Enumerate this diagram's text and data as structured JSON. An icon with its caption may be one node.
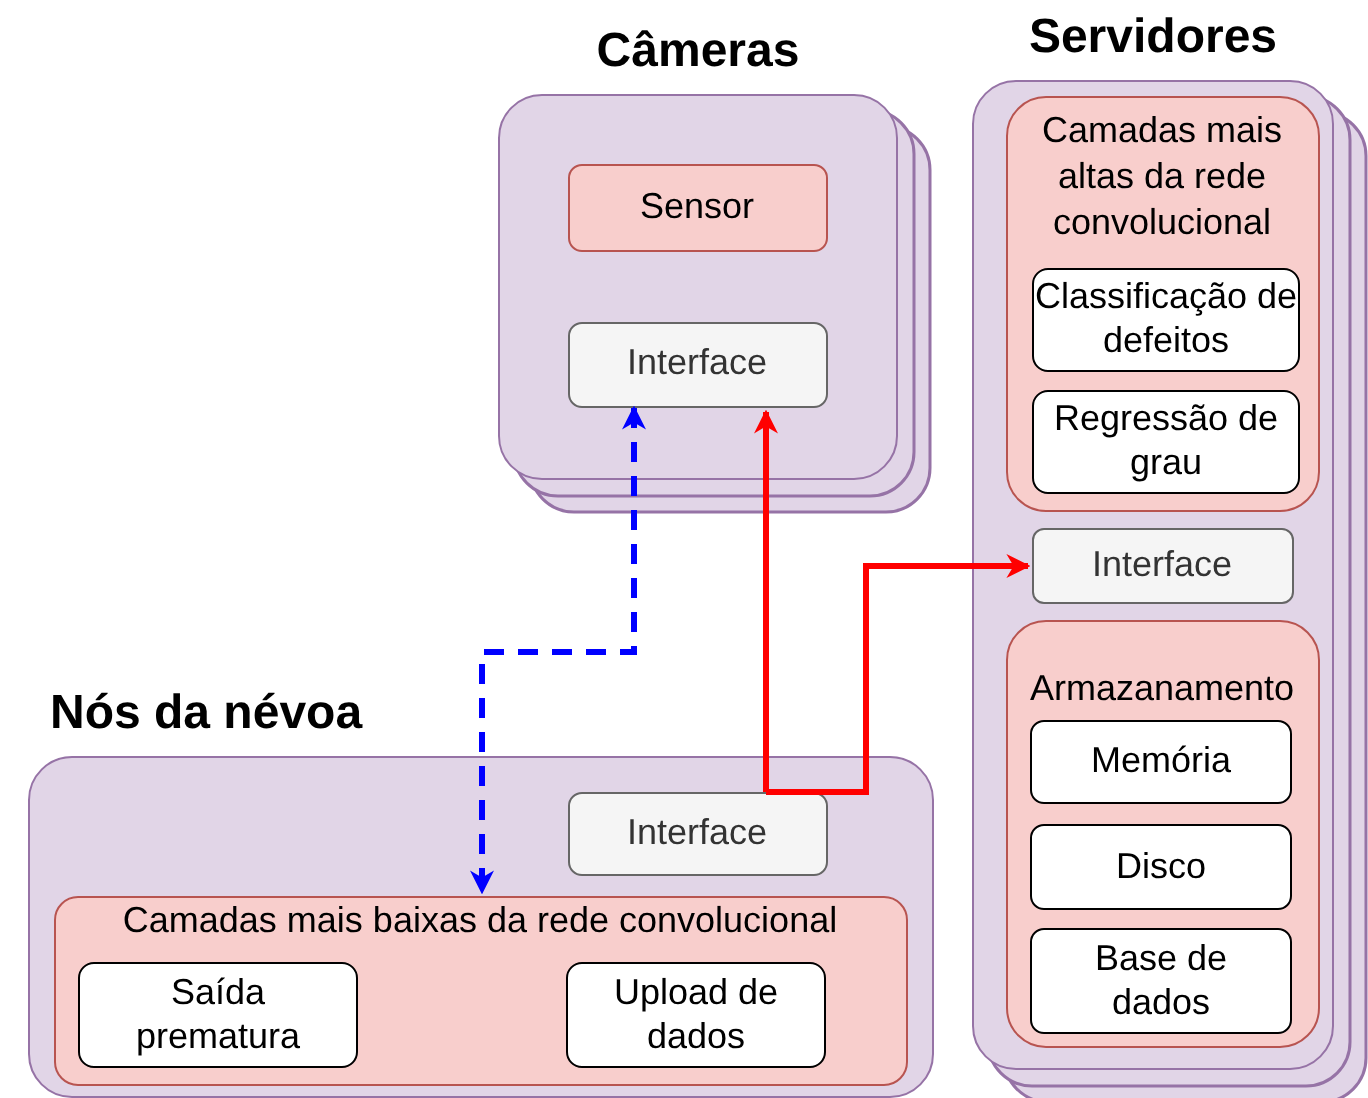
{
  "diagram": {
    "nodes": [
      {
        "text": [
          "Câmeras"
        ]
      },
      {
        "text": [
          "Sensor"
        ],
        "in": 0
      },
      {
        "text": [
          "Interface"
        ],
        "in": 0
      },
      {
        "text": [
          "Servidores"
        ]
      },
      {
        "text": [
          "Camadas mais altas da rede convolucional"
        ],
        "in": 3
      },
      {
        "text": [
          "Classificação de defeitos"
        ],
        "in": 4
      },
      {
        "text": [
          "Regressão de grau"
        ],
        "in": 4
      },
      {
        "text": [
          "Interface"
        ],
        "in": 3
      },
      {
        "text": [
          "Armazanamento"
        ],
        "in": 3
      },
      {
        "text": [
          "Memória"
        ],
        "in": 8
      },
      {
        "text": [
          "Disco"
        ],
        "in": 8
      },
      {
        "text": [
          "Base de dados"
        ],
        "in": 8
      },
      {
        "text": [
          "Nós da névoa"
        ]
      },
      {
        "text": [
          "Interface"
        ],
        "in": 12
      },
      {
        "text": [
          "Camadas mais baixas da rede convolucional"
        ],
        "in": 12
      },
      {
        "text": [
          "Saída prematura"
        ],
        "in": 14
      },
      {
        "text": [
          "Upload de dados"
        ],
        "in": 14
      }
    ],
    "edges": [
      {
        "from": 2,
        "to": 14,
        "arrow": "both",
        "style": "dashed",
        "color": "#0000ff"
      },
      {
        "from": 13,
        "to": 2,
        "arrow": "to",
        "color": "#ff0000"
      },
      {
        "from": 13,
        "to": 7,
        "arrow": "to",
        "color": "#ff0000"
      }
    ]
  }
}
